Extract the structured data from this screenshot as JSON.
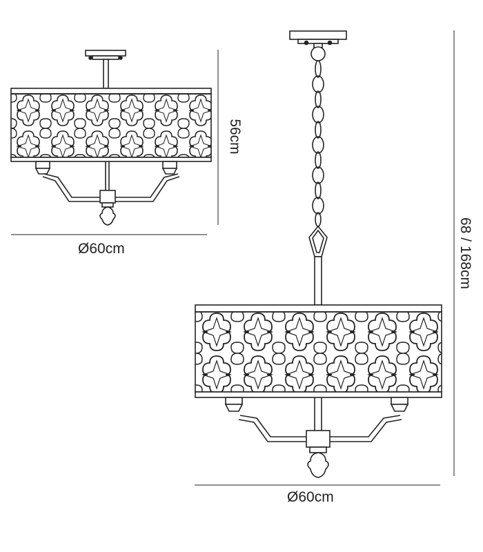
{
  "semi_flush": {
    "width_label": "Ø60cm",
    "height_label": "56cm"
  },
  "pendant": {
    "width_label": "Ø60cm",
    "height_label": "68 / 168cm"
  },
  "colors": {
    "line": "#222222",
    "shade_fill": "#ffffff"
  }
}
